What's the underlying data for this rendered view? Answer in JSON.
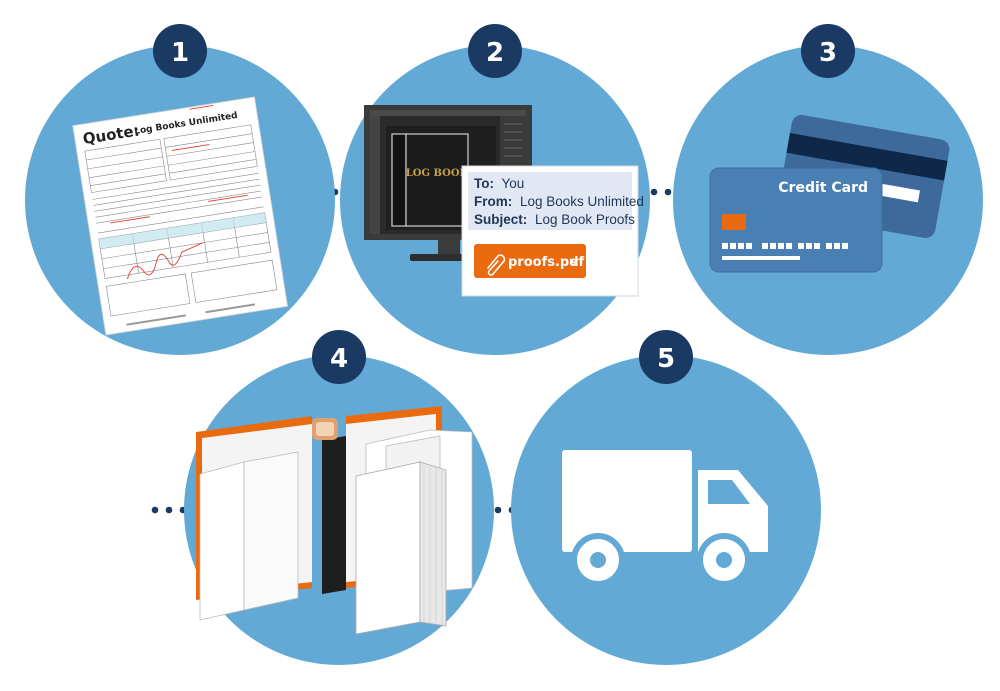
{
  "colors": {
    "circle": "#63a9d6",
    "badge": "#1a3a63",
    "dots": "#1a3a63",
    "accent": "#ea6a10",
    "card_front": "#4a7fb3",
    "card_back": "#3d6a9a"
  },
  "steps": [
    {
      "number": "1",
      "icon": "quote-document-icon"
    },
    {
      "number": "2",
      "icon": "monitor-proofs-email-icon"
    },
    {
      "number": "3",
      "icon": "credit-card-icon"
    },
    {
      "number": "4",
      "icon": "log-books-icon"
    },
    {
      "number": "5",
      "icon": "delivery-truck-icon"
    }
  ],
  "quote": {
    "title": "Quote:",
    "company": "Log Books Unlimited"
  },
  "monitor": {
    "book_title": "LOG BOOK"
  },
  "email": {
    "to_label": "To:",
    "to_value": "You",
    "from_label": "From:",
    "from_value": "Log Books Unlimited",
    "subject_label": "Subject:",
    "subject_value": "Log Book Proofs",
    "attachment": "proofs.pdf"
  },
  "credit_card": {
    "label": "Credit Card"
  }
}
